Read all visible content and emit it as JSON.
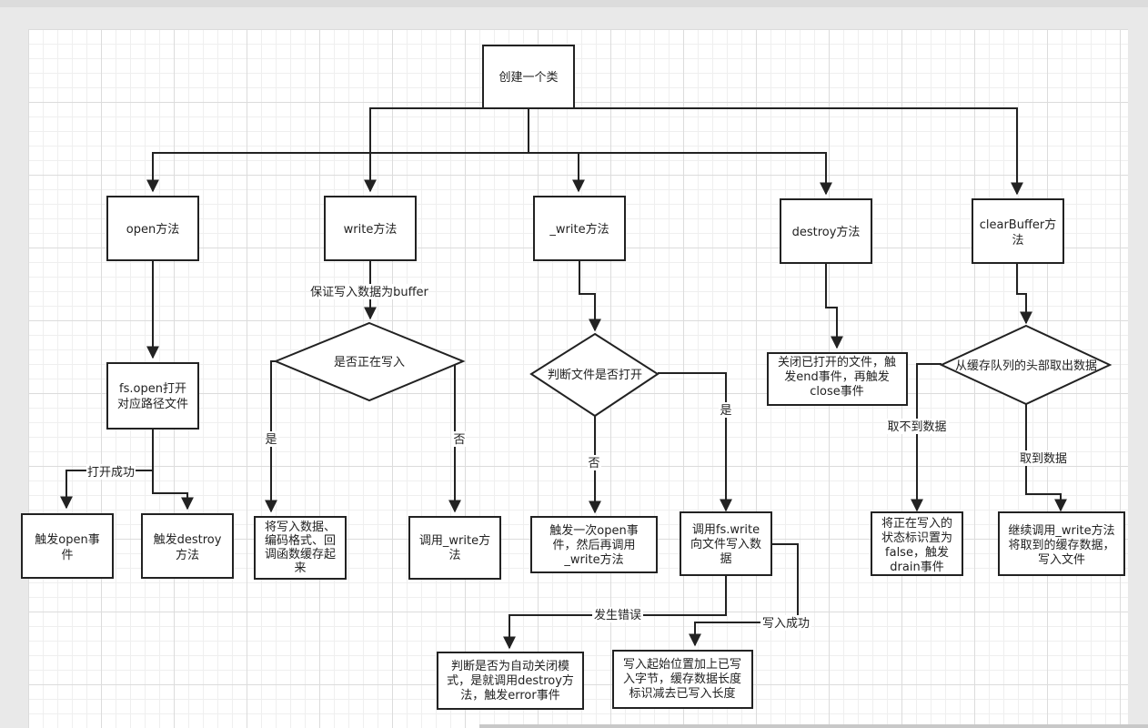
{
  "nodes": {
    "root": "创建一个类",
    "open": "open方法",
    "write": "write方法",
    "_write": "_write方法",
    "destroy": "destroy方法",
    "clearBuffer_1": "clearBuffer方",
    "clearBuffer_2": "法",
    "fsopen_1": "fs.open打开",
    "fsopen_2": "对应路径文件",
    "emit_open_1": "触发open事",
    "emit_open_2": "件",
    "emit_destroy_1": "触发destroy",
    "emit_destroy_2": "方法",
    "is_writing": "是否正在写入",
    "cache_1": "将写入数据、",
    "cache_2": "编码格式、回",
    "cache_3": "调函数缓存起",
    "cache_4": "来",
    "call_write_1": "调用_write方",
    "call_write_2": "法",
    "file_open_check": "判断文件是否打开",
    "emit_open_once_1": "触发一次open事",
    "emit_open_once_2": "件，然后再调用",
    "emit_open_once_3": "_write方法",
    "fswrite_1": "调用fs.write",
    "fswrite_2": "向文件写入数",
    "fswrite_3": "据",
    "close_1": "关闭已打开的文件，触",
    "close_2": "发end事件，再触发",
    "close_3": "close事件",
    "take_from_buffer": "从缓存队列的头部取出数据",
    "set_state_1": "将正在写入的",
    "set_state_2": "状态标识置为",
    "set_state_3": "false，触发",
    "set_state_4": "drain事件",
    "continue_1": "继续调用_write方法",
    "continue_2": "将取到的缓存数据，",
    "continue_3": "写入文件",
    "autoclose_1": "判断是否为自动关闭模",
    "autoclose_2": "式，是就调用destroy方",
    "autoclose_3": "法，触发error事件",
    "update_1": "写入起始位置加上已写",
    "update_2": "入字节，缓存数据长度",
    "update_3": "标识减去已写入长度"
  },
  "edges": {
    "ensure_buffer": "保证写入数据为buffer",
    "open_success": "打开成功",
    "yes_1": "是",
    "no_1": "否",
    "no_2": "否",
    "yes_2": "是",
    "no_data": "取不到数据",
    "got_data": "取到数据",
    "write_error": "发生错误",
    "write_success": "写入成功"
  }
}
